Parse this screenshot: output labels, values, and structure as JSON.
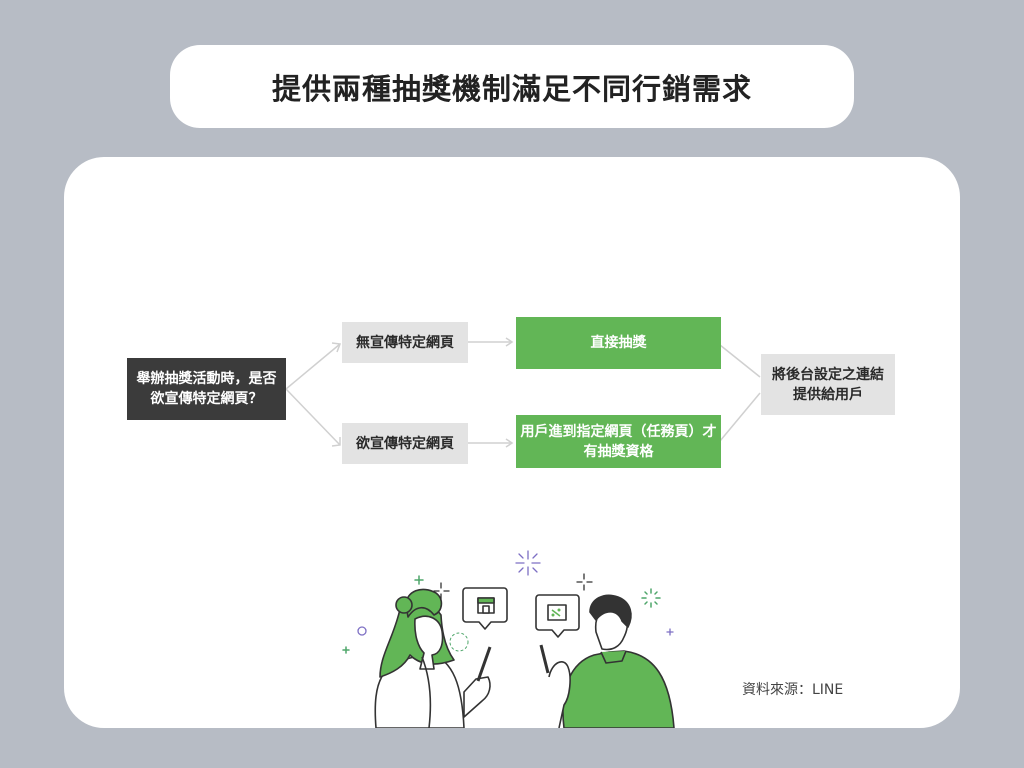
{
  "title": "提供兩種抽獎機制滿足不同行銷需求",
  "flow": {
    "question": "舉辦抽獎活動時，是否欲宣傳特定網頁？",
    "branch_no": "無宣傳特定網頁",
    "branch_yes": "欲宣傳特定網頁",
    "result_direct": "直接抽獎",
    "result_task": "用戶進到指定網頁（任務頁）才有抽獎資格",
    "final": "將後台設定之連結提供給用戶"
  },
  "source": "資料來源：LINE",
  "colors": {
    "background": "#b7bcc5",
    "dark_box": "#3b3b3b",
    "gray_box": "#e3e3e3",
    "green_box": "#62b656",
    "connector": "#d0d0d0"
  }
}
